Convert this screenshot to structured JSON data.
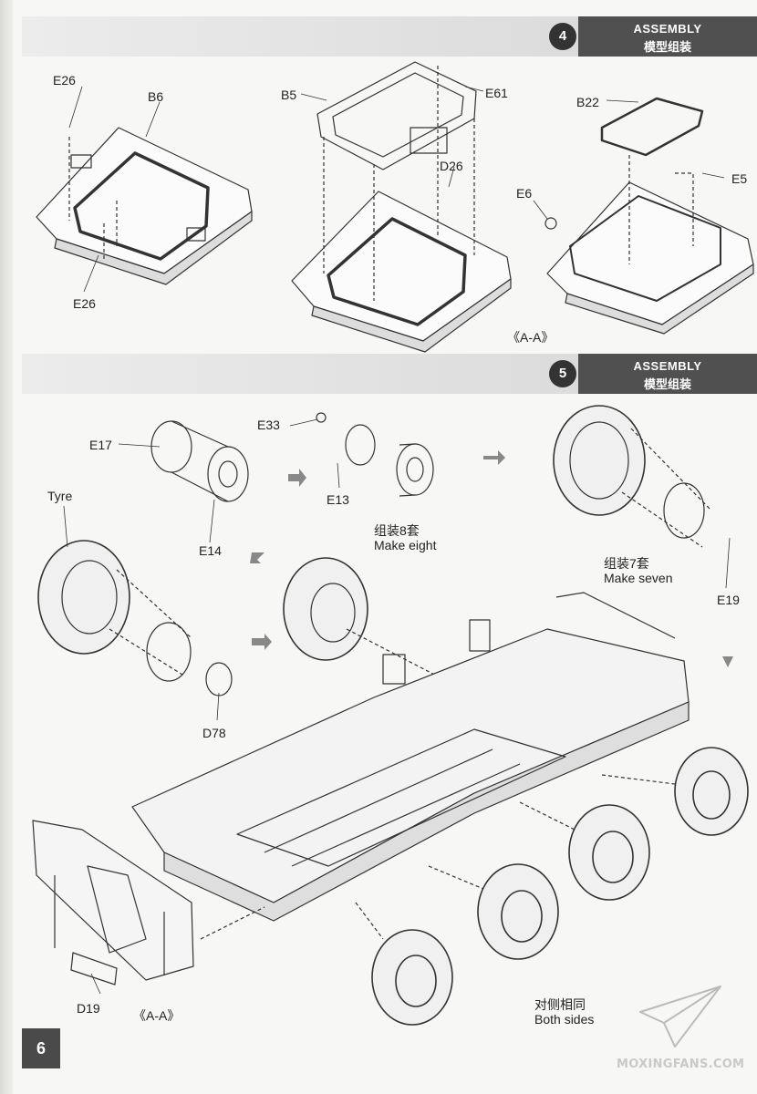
{
  "page_number": "6",
  "step4": {
    "number": "4",
    "title_en": "ASSEMBLY",
    "title_cn": "模型组装",
    "labels": {
      "e26_top": "E26",
      "b6": "B6",
      "e26_bottom": "E26",
      "b5": "B5",
      "e61": "E61",
      "d26": "D26",
      "b22": "B22",
      "e5": "E5",
      "e6": "E6",
      "section": "《A-A》"
    }
  },
  "step5": {
    "number": "5",
    "title_en": "ASSEMBLY",
    "title_cn": "模型组装",
    "labels": {
      "e17": "E17",
      "e14": "E14",
      "e33": "E33",
      "e13": "E13",
      "make_eight_cn": "组装8套",
      "make_eight_en": "Make eight",
      "make_seven_cn": "组装7套",
      "make_seven_en": "Make seven",
      "e19": "E19",
      "tyre": "Tyre",
      "d78": "D78",
      "d19": "D19",
      "section": "《A-A》",
      "both_sides_cn": "对侧相同",
      "both_sides_en": "Both sides"
    }
  },
  "watermark": "MOXINGFANS.COM"
}
